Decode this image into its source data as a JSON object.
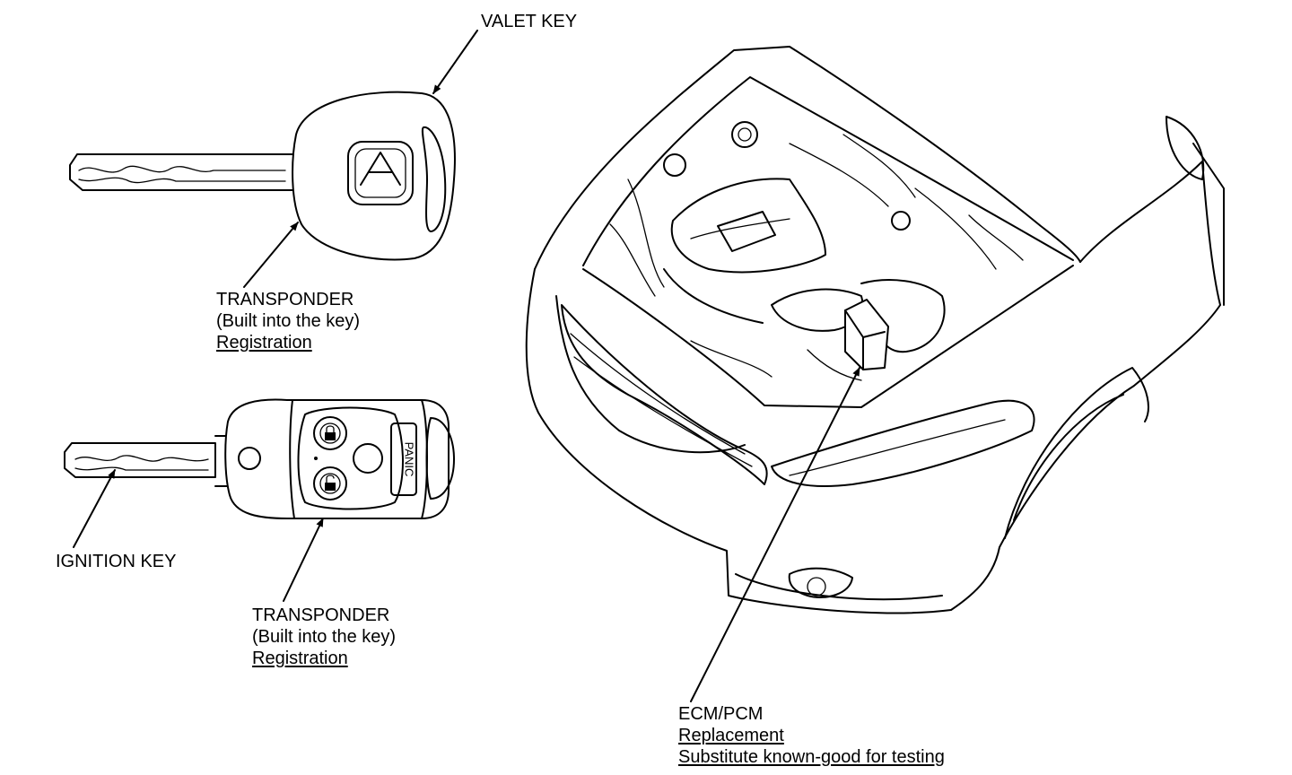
{
  "labels": {
    "valet_key": "VALET KEY",
    "transponder_valet": [
      "TRANSPONDER",
      "(Built into the key)",
      "Registration"
    ],
    "ignition_key": "IGNITION KEY",
    "transponder_ignition": [
      "TRANSPONDER",
      "(Built into the key)",
      "Registration"
    ],
    "ecm": [
      "ECM/PCM",
      "Replacement",
      "Substitute known-good for testing"
    ],
    "panic": "PANIC"
  },
  "icons": [
    "acura-logo-icon",
    "lock-icon",
    "unlock-icon"
  ]
}
